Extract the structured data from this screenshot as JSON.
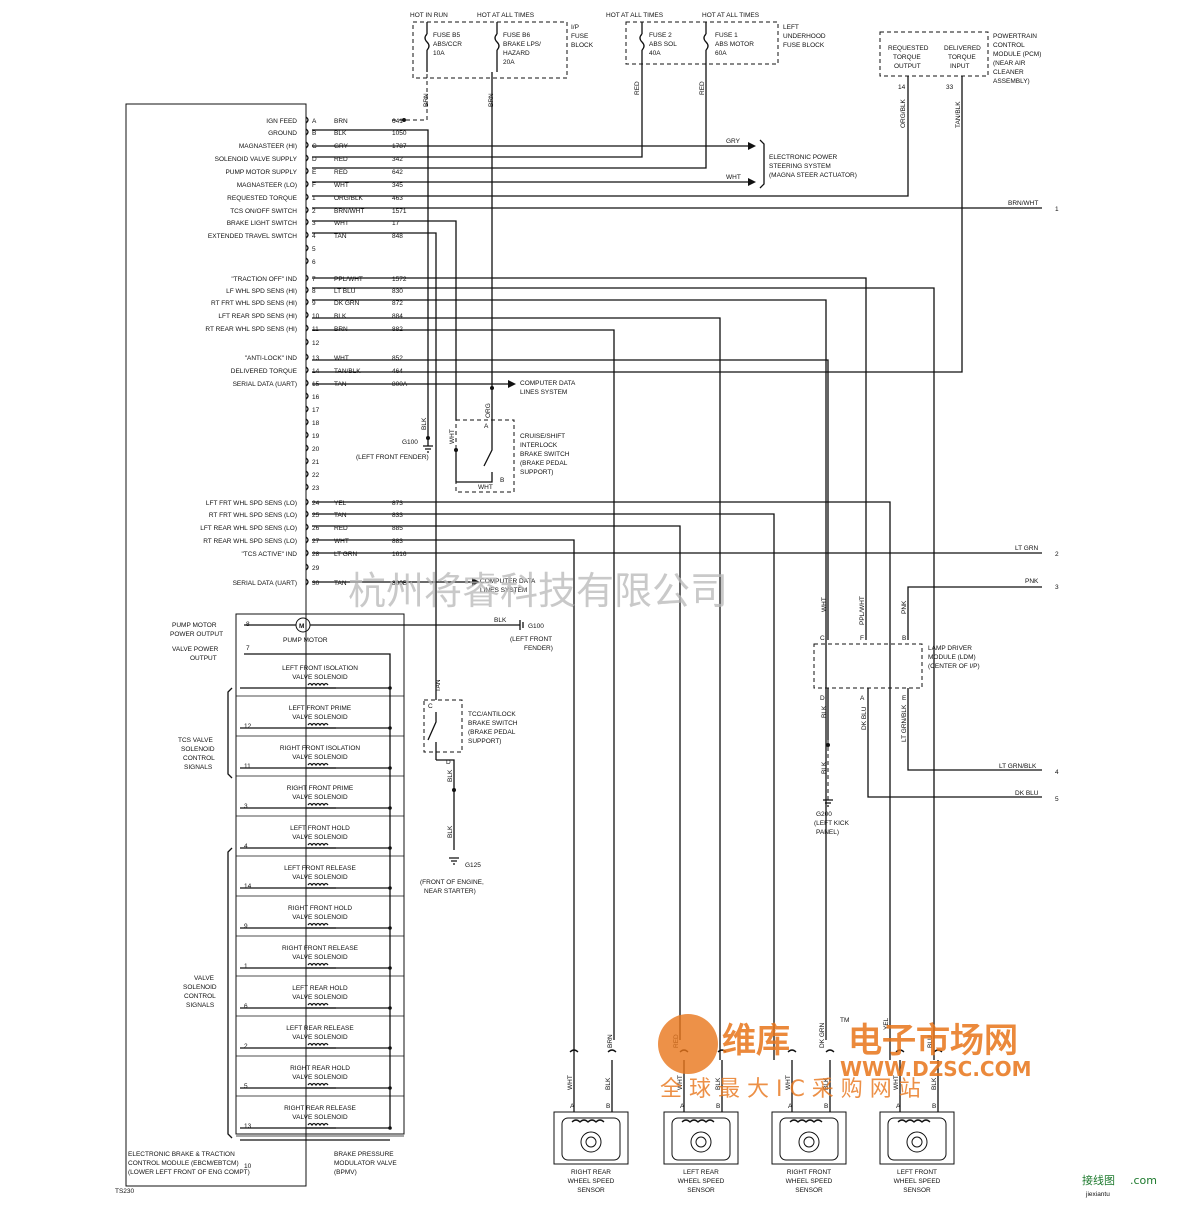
{
  "fuses": {
    "hot_in_run": "HOT IN RUN",
    "hot_at_all_times_1": "HOT AT ALL TIMES",
    "hot_at_all_times_2": "HOT AT ALL TIMES",
    "hot_at_all_times_3": "HOT AT ALL TIMES",
    "fuse_b5": [
      "FUSE B5",
      "ABS/CCR",
      "10A"
    ],
    "fuse_b6": [
      "FUSE B6",
      "BRAKE LPS/",
      "HAZARD",
      "20A"
    ],
    "ip_fuse_block": [
      "I/P",
      "FUSE",
      "BLOCK"
    ],
    "fuse_2": [
      "FUSE 2",
      "ABS SOL",
      "40A"
    ],
    "fuse_1": [
      "FUSE 1",
      "ABS MOTOR",
      "60A"
    ],
    "underhood_fuse_block": [
      "LEFT",
      "UNDERHOOD",
      "FUSE BLOCK"
    ]
  },
  "pcm": {
    "requested": [
      "REQUESTED",
      "TORQUE",
      "OUTPUT"
    ],
    "delivered": [
      "DELIVERED",
      "TORQUE",
      "INPUT"
    ],
    "label": [
      "POWERTRAIN",
      "CONTROL",
      "MODULE (PCM)",
      "(NEAR AIR",
      "CLEANER",
      "ASSEMBLY)"
    ],
    "pin_14": "14",
    "pin_33": "33",
    "wire_left": "ORG/BLK",
    "wire_right": "TAN/BLK"
  },
  "top_wires": {
    "brn1": "BRN",
    "brn2": "BRN",
    "red1": "RED",
    "red2": "RED"
  },
  "connector_pins": [
    {
      "name": "IGN FEED",
      "pin": "A",
      "color": "BRN",
      "circuit": "641"
    },
    {
      "name": "GROUND",
      "pin": "B",
      "color": "BLK",
      "circuit": "1050"
    },
    {
      "name": "MAGNASTEER (HI)",
      "pin": "C",
      "color": "GRY",
      "circuit": "1787"
    },
    {
      "name": "SOLENOID VALVE SUPPLY",
      "pin": "D",
      "color": "RED",
      "circuit": "342"
    },
    {
      "name": "PUMP MOTOR SUPPLY",
      "pin": "E",
      "color": "RED",
      "circuit": "642"
    },
    {
      "name": "MAGNASTEER (LO)",
      "pin": "F",
      "color": "WHT",
      "circuit": "345"
    },
    {
      "name": "REQUESTED TORQUE",
      "pin": "1",
      "color": "ORG/BLK",
      "circuit": "463"
    },
    {
      "name": "TCS ON/OFF SWITCH",
      "pin": "2",
      "color": "BRN/WHT",
      "circuit": "1571"
    },
    {
      "name": "BRAKE LIGHT SWITCH",
      "pin": "3",
      "color": "WHT",
      "circuit": "17"
    },
    {
      "name": "EXTENDED TRAVEL SWITCH",
      "pin": "4",
      "color": "TAN",
      "circuit": "848"
    },
    {
      "name": "",
      "pin": "5",
      "color": "",
      "circuit": ""
    },
    {
      "name": "",
      "pin": "6",
      "color": "",
      "circuit": ""
    },
    {
      "name": "\"TRACTION OFF\" IND",
      "pin": "7",
      "color": "PPL/WHT",
      "circuit": "1572"
    },
    {
      "name": "LF WHL SPD SENS (HI)",
      "pin": "8",
      "color": "LT BLU",
      "circuit": "830"
    },
    {
      "name": "RT FRT WHL SPD SENS (HI)",
      "pin": "9",
      "color": "DK GRN",
      "circuit": "872"
    },
    {
      "name": "LFT REAR SPD SENS (HI)",
      "pin": "10",
      "color": "BLK",
      "circuit": "884"
    },
    {
      "name": "RT REAR WHL SPD SENS (HI)",
      "pin": "11",
      "color": "BRN",
      "circuit": "882"
    },
    {
      "name": "",
      "pin": "12",
      "color": "",
      "circuit": ""
    },
    {
      "name": "\"ANTI-LOCK\" IND",
      "pin": "13",
      "color": "WHT",
      "circuit": "852"
    },
    {
      "name": "DELIVERED TORQUE",
      "pin": "14",
      "color": "TAN/BLK",
      "circuit": "464"
    },
    {
      "name": "SERIAL DATA (UART)",
      "pin": "15",
      "color": "TAN",
      "circuit": "800A"
    },
    {
      "name": "",
      "pin": "16",
      "color": "",
      "circuit": ""
    },
    {
      "name": "",
      "pin": "17",
      "color": "",
      "circuit": ""
    },
    {
      "name": "",
      "pin": "18",
      "color": "",
      "circuit": ""
    },
    {
      "name": "",
      "pin": "19",
      "color": "",
      "circuit": ""
    },
    {
      "name": "",
      "pin": "20",
      "color": "",
      "circuit": ""
    },
    {
      "name": "",
      "pin": "21",
      "color": "",
      "circuit": ""
    },
    {
      "name": "",
      "pin": "22",
      "color": "",
      "circuit": ""
    },
    {
      "name": "",
      "pin": "23",
      "color": "",
      "circuit": ""
    },
    {
      "name": "LFT FRT WHL SPD SENS (LO)",
      "pin": "24",
      "color": "YEL",
      "circuit": "873"
    },
    {
      "name": "RT FRT WHL SPD SENS (LO)",
      "pin": "25",
      "color": "TAN",
      "circuit": "833"
    },
    {
      "name": "LFT REAR WHL SPD SENS (LO)",
      "pin": "26",
      "color": "RED",
      "circuit": "885"
    },
    {
      "name": "RT REAR WHL SPD SENS (LO)",
      "pin": "27",
      "color": "WHT",
      "circuit": "883"
    },
    {
      "name": "\"TCS ACTIVE\" IND",
      "pin": "28",
      "color": "LT GRN",
      "circuit": "1616"
    },
    {
      "name": "",
      "pin": "29",
      "color": "",
      "circuit": ""
    },
    {
      "name": "SERIAL DATA (UART)",
      "pin": "30",
      "color": "TAN",
      "circuit": "800B"
    }
  ],
  "eps": {
    "gry": "GRY",
    "wht": "WHT",
    "label": [
      "ELECTRONIC POWER",
      "STEERING SYSTEM",
      "(MAGNA STEER ACTUATOR)"
    ]
  },
  "right_edge": {
    "brn_wht": "BRN/WHT",
    "n1": "1",
    "lt_grn": "LT GRN",
    "n2": "2",
    "pnk": "PNK",
    "n3": "3",
    "lt_grn_blk": "LT GRN/BLK",
    "n4": "4",
    "dk_blu": "DK BLU",
    "n5": "5"
  },
  "computer_data_1": [
    "COMPUTER DATA",
    "LINES SYSTEM"
  ],
  "computer_data_2": [
    "COMPUTER DATA",
    "LINES SYSTEM"
  ],
  "g100_top": {
    "label": "G100",
    "sub": "(LEFT FRONT FENDER)",
    "wire": "BLK"
  },
  "cruise_switch": {
    "label": [
      "CRUISE/SHIFT",
      "INTERLOCK",
      "BRAKE SWITCH",
      "(BRAKE PEDAL",
      "SUPPORT)"
    ],
    "wire_top": "ORG",
    "wire_left": "WHT",
    "wire_bottom": "WHT",
    "pin_a": "A",
    "pin_b": "B"
  },
  "pump": {
    "pin_8": "8",
    "pump_motor_output": [
      "PUMP MOTOR",
      "POWER OUTPUT"
    ],
    "pump_motor": "PUMP MOTOR",
    "pin_7": "7",
    "valve_power_output": [
      "VALVE POWER",
      "OUTPUT"
    ],
    "blk": "BLK",
    "g100": "G100",
    "g100_sub": [
      "(LEFT FRONT",
      "FENDER)"
    ]
  },
  "solenoids": [
    {
      "pin": "",
      "label": [
        "LEFT FRONT ISOLATION",
        "VALVE SOLENOID"
      ]
    },
    {
      "pin": "12",
      "label": [
        "LEFT FRONT PRIME",
        "VALVE SOLENOID"
      ]
    },
    {
      "pin": "11",
      "label": [
        "RIGHT FRONT ISOLATION",
        "VALVE SOLENOID"
      ]
    },
    {
      "pin": "3",
      "label": [
        "RIGHT FRONT PRIME",
        "VALVE SOLENOID"
      ]
    },
    {
      "pin": "4",
      "label": [
        "LEFT FRONT HOLD",
        "VALVE SOLENOID"
      ]
    },
    {
      "pin": "14",
      "label": [
        "LEFT FRONT RELEASE",
        "VALVE SOLENOID"
      ]
    },
    {
      "pin": "9",
      "label": [
        "RIGHT FRONT HOLD",
        "VALVE SOLENOID"
      ]
    },
    {
      "pin": "1",
      "label": [
        "RIGHT FRONT RELEASE",
        "VALVE SOLENOID"
      ]
    },
    {
      "pin": "6",
      "label": [
        "LEFT REAR HOLD",
        "VALVE SOLENOID"
      ]
    },
    {
      "pin": "2",
      "label": [
        "LEFT REAR RELEASE",
        "VALVE SOLENOID"
      ]
    },
    {
      "pin": "5",
      "label": [
        "RIGHT REAR HOLD",
        "VALVE SOLENOID"
      ]
    },
    {
      "pin": "13",
      "label": [
        "RIGHT REAR RELEASE",
        "VALVE SOLENOID"
      ]
    },
    {
      "pin": "10",
      "label": []
    }
  ],
  "tcs_valve_label": [
    "TCS VALVE",
    "SOLENOID",
    "CONTROL",
    "SIGNALS"
  ],
  "valve_label": [
    "VALVE",
    "SOLENOID",
    "CONTROL",
    "SIGNALS"
  ],
  "ebcm_label": [
    "ELECTRONIC BRAKE & TRACTION",
    "CONTROL MODULE (EBCM/EBTCM)",
    "(LOWER LEFT FRONT OF ENG COMPT)"
  ],
  "bpmv_label": [
    "BRAKE PRESSURE",
    "MODULATOR VALVE",
    "(BPMV)"
  ],
  "tcc_switch": {
    "label": [
      "TCC/ANTILOCK",
      "BRAKE SWITCH",
      "(BRAKE PEDAL",
      "SUPPORT)"
    ],
    "wire_top": "TAN",
    "wire_bottom": "BLK",
    "wire_bottom2": "BLK",
    "pin_c": "C",
    "pin_d": "D",
    "ground": "G125",
    "ground_sub": [
      "(FRONT OF ENGINE,",
      "NEAR STARTER)"
    ]
  },
  "ldm": {
    "label": [
      "LAMP DRIVER",
      "MODULE (LDM)",
      "(CENTER OF I/P)"
    ],
    "pin_c": "C",
    "pin_f": "F",
    "pin_b": "B",
    "pin_d": "D",
    "pin_a": "A",
    "pin_e": "E",
    "wire_wht": "WHT",
    "wire_ppl": "PPL/WHT",
    "wire_pnk": "PNK",
    "wire_blk": "BLK",
    "wire_dkblu": "DK BLU",
    "wire_ltgrn": "LT GRN/BLK",
    "wire_blk2": "BLK",
    "ground": "G200",
    "ground_sub": [
      "(LEFT KICK",
      "PANEL)"
    ]
  },
  "sensors": [
    {
      "label": [
        "RIGHT REAR",
        "WHEEL SPEED",
        "SENSOR"
      ],
      "w1": "WHT",
      "w2": "BLK",
      "top": "BRN",
      "p1": "A",
      "p2": "B"
    },
    {
      "label": [
        "LEFT REAR",
        "WHEEL SPEED",
        "SENSOR"
      ],
      "w1": "WHT",
      "w2": "BLK",
      "top": "RED",
      "p1": "A",
      "p2": "B"
    },
    {
      "label": [
        "RIGHT FRONT",
        "WHEEL SPEED",
        "SENSOR"
      ],
      "w1": "WHT",
      "w2": "BLK",
      "top": "DK GRN",
      "p1": "A",
      "p2": "B"
    },
    {
      "label": [
        "LEFT FRONT",
        "WHEEL SPEED",
        "SENSOR"
      ],
      "w1": "WHT",
      "w2": "BLK",
      "top": "BLU",
      "top2": "YEL",
      "p1": "A",
      "p2": "B"
    }
  ],
  "diagram_id": "TS230",
  "watermarks": {
    "cn_company": "杭州将睿科技有限公司",
    "brand": "维库",
    "brand2": "电子市场网",
    "site": "WWW.DZSC.COM",
    "slogan": "全 球 最 大 I C 采 购 网 站",
    "tm": "TM",
    "corner": "接线图",
    "corner_com": ".com",
    "corner_url": "jiexiantu"
  }
}
